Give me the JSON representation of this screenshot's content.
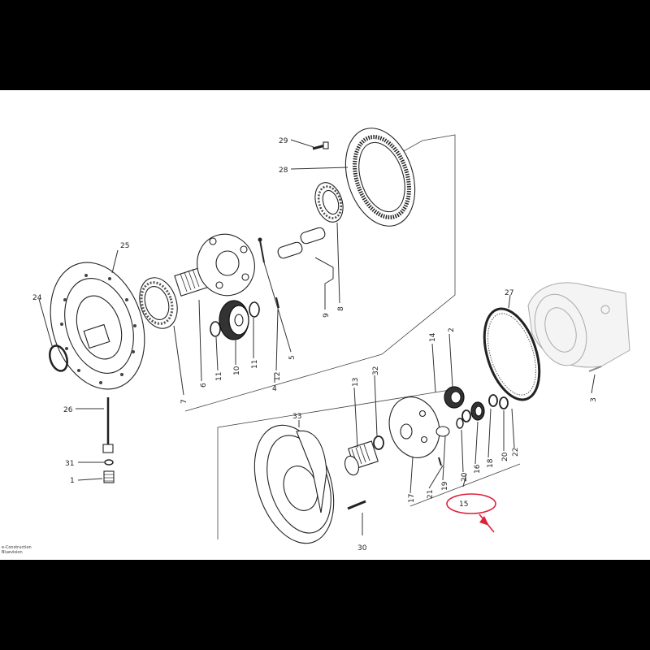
{
  "diagram": {
    "callouts": {
      "c1": "1",
      "c2": "2",
      "c3": "3",
      "c4": "4",
      "c5": "5",
      "c6": "6",
      "c7": "7",
      "c8": "8",
      "c9": "9",
      "c10": "10",
      "c11a": "11",
      "c11b": "11",
      "c12": "12",
      "c13": "13",
      "c14": "14",
      "c15": "15",
      "c16": "16",
      "c17": "17",
      "c18": "18",
      "c19": "19",
      "c20a": "20",
      "c20b": "20",
      "c21": "21",
      "c22": "22",
      "c24": "24",
      "c25": "25",
      "c26": "26",
      "c27": "27",
      "c28": "28",
      "c29": "29",
      "c30": "30",
      "c31": "31",
      "c32": "32",
      "c33": "33"
    },
    "footer": {
      "line1": "e-Construction",
      "line2": "Bluevision"
    },
    "highlight_color": "#e0203a"
  }
}
